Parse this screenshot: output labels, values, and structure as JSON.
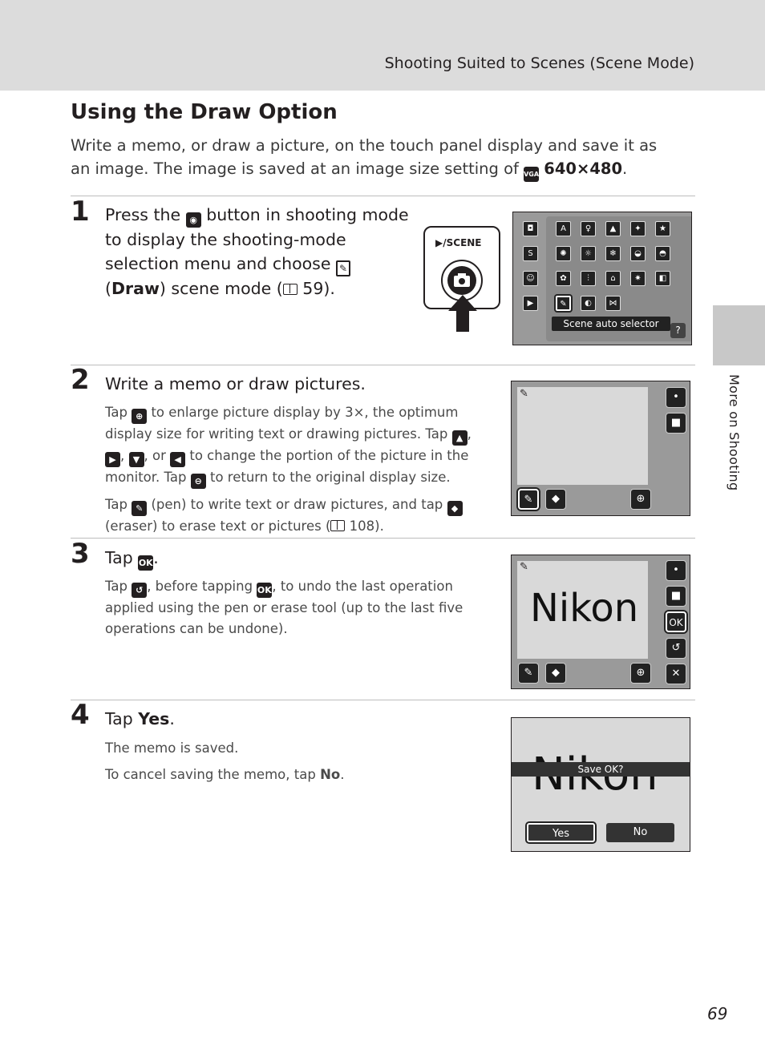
{
  "header": {
    "section_title": "Shooting Suited to Scenes (Scene Mode)"
  },
  "side_tab": {
    "label": "More on Shooting"
  },
  "title": "Using the Draw Option",
  "intro": {
    "text_a": "Write a memo, or draw a picture, on the touch panel display and save it as an image. The image is saved at an image size setting of",
    "size_setting": "640×480",
    "period": "."
  },
  "steps": [
    {
      "number": "1",
      "head_a": "Press the",
      "head_b": "button in shooting mode to display the shooting-mode selection menu and choose",
      "head_c": "(",
      "head_draw": "Draw",
      "head_d": ") scene mode (",
      "head_ref": "59",
      "head_e": ")."
    },
    {
      "number": "2",
      "head": "Write a memo or draw pictures.",
      "p1_a": "Tap",
      "p1_b": "to enlarge picture display by 3×, the optimum display size for writing text or drawing pictures. Tap",
      "p1_c": ",",
      "p1_d": ",",
      "p1_e": ", or",
      "p1_f": "to change the portion of the picture in the monitor. Tap",
      "p1_g": "to return to the original display size.",
      "p2_a": "Tap",
      "p2_b": "(pen) to write text or draw pictures, and tap",
      "p2_c": "(eraser) to erase text or pictures (",
      "p2_ref": "108",
      "p2_d": ")."
    },
    {
      "number": "3",
      "head_a": "Tap",
      "head_b": ".",
      "p1_a": "Tap",
      "p1_b": ", before tapping",
      "p1_c": ", to undo the last operation applied using the pen or erase tool (up to the last five operations can be undone)."
    },
    {
      "number": "4",
      "head_a": "Tap",
      "head_yes": "Yes",
      "head_b": ".",
      "p1": "The memo is saved.",
      "p2_a": "To cancel saving the memo, tap",
      "p2_no": "No",
      "p2_b": "."
    }
  ],
  "camera_button": {
    "label": "/SCENE"
  },
  "screen1": {
    "scene_label": "Scene auto selector",
    "help": "?"
  },
  "screen3": {
    "ok": "OK",
    "drawn_text": "Nikon"
  },
  "screen4": {
    "prompt": "Save OK?",
    "drawn_text": "Nikon",
    "yes": "Yes",
    "no": "No"
  },
  "page_number": "69"
}
